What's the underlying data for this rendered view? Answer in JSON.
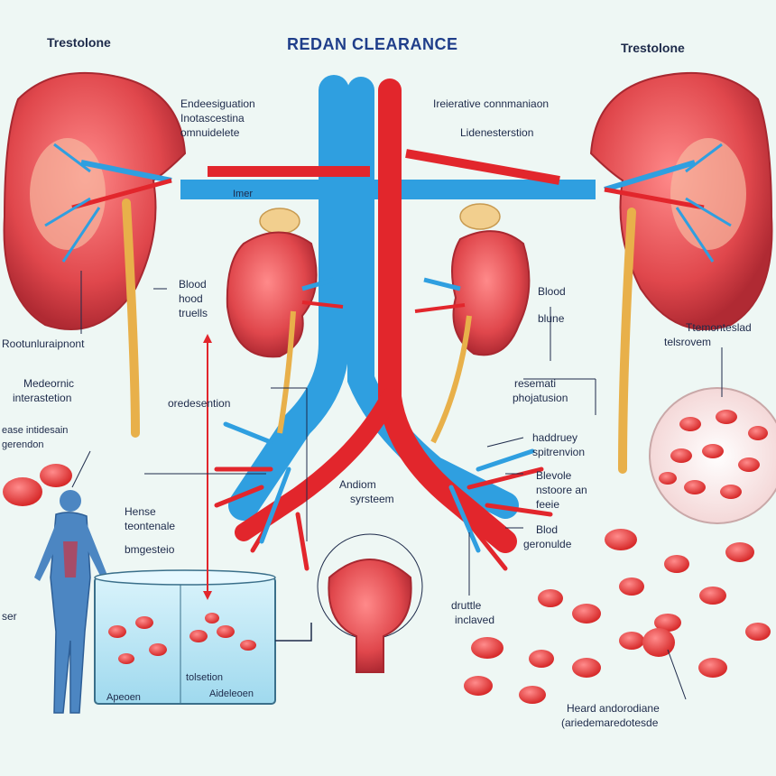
{
  "title": "REDAN CLEARANCE",
  "labels": {
    "top_left": "Trestolone",
    "top_right": "Trestolone",
    "endo_1": "Endeesiguation",
    "endo_2": "Inotascestina",
    "endo_3": "omnuidelete",
    "inter_comm": "Ireierative connmaniaon",
    "lide": "Lidenesterstion",
    "blood_left_1": "Blood",
    "blood_left_2": "hood",
    "blood_left_3": "truells",
    "blood_right_1": "Blood",
    "blood_right_2": "blune",
    "rootun": "Rootunluraipnont",
    "mede_1": "Medeornic",
    "mede_2": "interastetion",
    "ore": "oredesention",
    "ease_1": "ease intidesain",
    "ease_2": "gerendon",
    "resem_1": "resemati",
    "resem_2": "phojatusion",
    "hadd_1": "haddruey",
    "hadd_2": "spitrenvion",
    "blevole_1": "Blevole",
    "blevole_2": "nstoore an",
    "blevole_3": "feeie",
    "blood_ger_1": "Blod",
    "blood_ger_2": "geronulde",
    "hense_1": "Hense",
    "hense_2": "teontenale",
    "bmg": "bmgesteio",
    "andiom_1": "Andiom",
    "andiom_2": "syrsteem",
    "dru_1": "druttle",
    "dru_2": "inclaved",
    "tempo_1": "Ttemonteslad",
    "tempo_2": "telsrovem",
    "heard_1": "Heard andorodiane",
    "heard_2": "(ariedemaredotesde",
    "tolsetion": "tolsetion",
    "apeden": "Apeoen",
    "aideden": "Aideleoen",
    "ser": "ser",
    "tag_imer": "Imer"
  },
  "colors": {
    "kidney": "#e0474c",
    "kidney_dark": "#b02a33",
    "vein": "#2f9fe0",
    "artery": "#e2262c",
    "ureter": "#e8b04a",
    "tank": "#c9ecf8",
    "cell": "#e23a3a",
    "bg": "#eef7f4",
    "title": "#1f3e8a"
  }
}
